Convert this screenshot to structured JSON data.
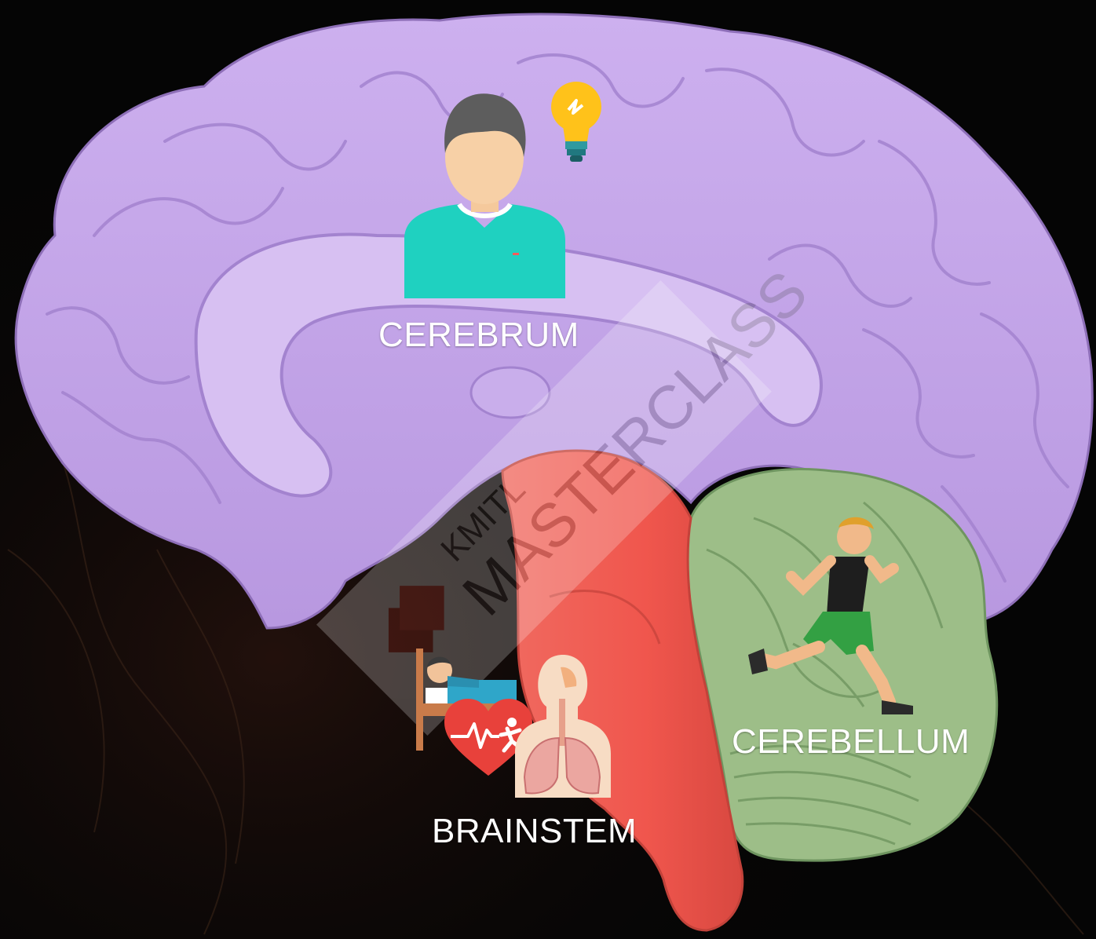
{
  "regions": {
    "cerebrum": {
      "label": "CEREBRUM",
      "color": "#c6a6ea",
      "icons": [
        "person-icon",
        "lightbulb-icon"
      ]
    },
    "cerebellum": {
      "label": "CEREBELLUM",
      "color": "#9ec08a",
      "icons": [
        "runner-icon"
      ]
    },
    "brainstem": {
      "label": "BRAINSTEM",
      "color": "#f25a52",
      "icons": [
        "sleeping-in-bed-icon",
        "heart-activity-icon",
        "lungs-respiratory-icon"
      ]
    }
  },
  "watermark": {
    "top_text": "KMITL",
    "main_text": "MASTERCLASS"
  },
  "colors": {
    "background": "#050505",
    "label_text": "#ffffff"
  }
}
